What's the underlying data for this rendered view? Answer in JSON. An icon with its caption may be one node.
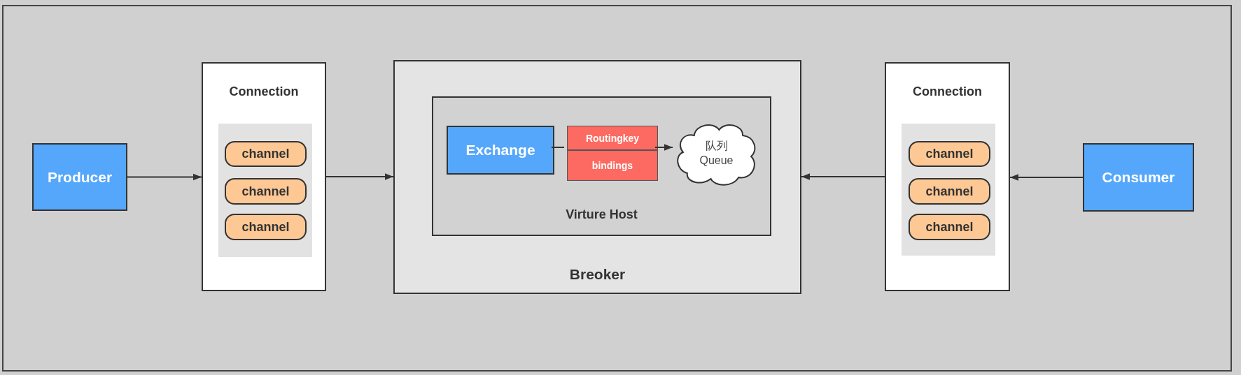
{
  "diagram": {
    "nodes": [
      {
        "text": [
          "Producer"
        ]
      },
      {
        "text": [
          "Connection"
        ]
      },
      {
        "text": [
          "channel"
        ],
        "in": 1
      },
      {
        "text": [
          "channel"
        ],
        "in": 1
      },
      {
        "text": [
          "channel"
        ],
        "in": 1
      },
      {
        "text": [
          "Breoker"
        ]
      },
      {
        "text": [
          "Virture Host"
        ],
        "in": 5
      },
      {
        "text": [
          "Exchange"
        ],
        "in": 6
      },
      {
        "text": [
          "Routingkey"
        ],
        "in": 6
      },
      {
        "text": [
          "bindings"
        ],
        "in": 6
      },
      {
        "text": [
          "队列 Queue"
        ],
        "in": 6
      },
      {
        "text": [
          "Connection"
        ]
      },
      {
        "text": [
          "channel"
        ],
        "in": 11
      },
      {
        "text": [
          "channel"
        ],
        "in": 11
      },
      {
        "text": [
          "channel"
        ],
        "in": 11
      },
      {
        "text": [
          "Consumer"
        ]
      }
    ],
    "edges": [
      {
        "from": 0,
        "to": 1,
        "arrow": "to"
      },
      {
        "from": 1,
        "to": 5,
        "arrow": "to"
      },
      {
        "from": 7,
        "to": 8,
        "arrow": "none"
      },
      {
        "from": 8,
        "to": 10,
        "arrow": "to"
      },
      {
        "from": 11,
        "to": 5,
        "arrow": "to"
      },
      {
        "from": 15,
        "to": 11,
        "arrow": "to"
      }
    ]
  }
}
